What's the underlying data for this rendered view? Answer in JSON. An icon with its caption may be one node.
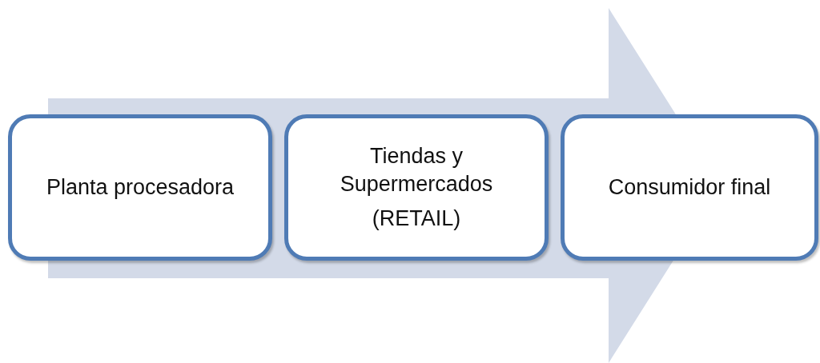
{
  "diagram": {
    "nodes": [
      {
        "text": [
          "Planta procesadora"
        ]
      },
      {
        "text": [
          "Tiendas y Supermercados",
          "(RETAIL)"
        ]
      },
      {
        "text": [
          "Consumidor final"
        ]
      }
    ],
    "edges": [
      {
        "from": 0,
        "to": 2,
        "arrow": "to"
      }
    ]
  }
}
